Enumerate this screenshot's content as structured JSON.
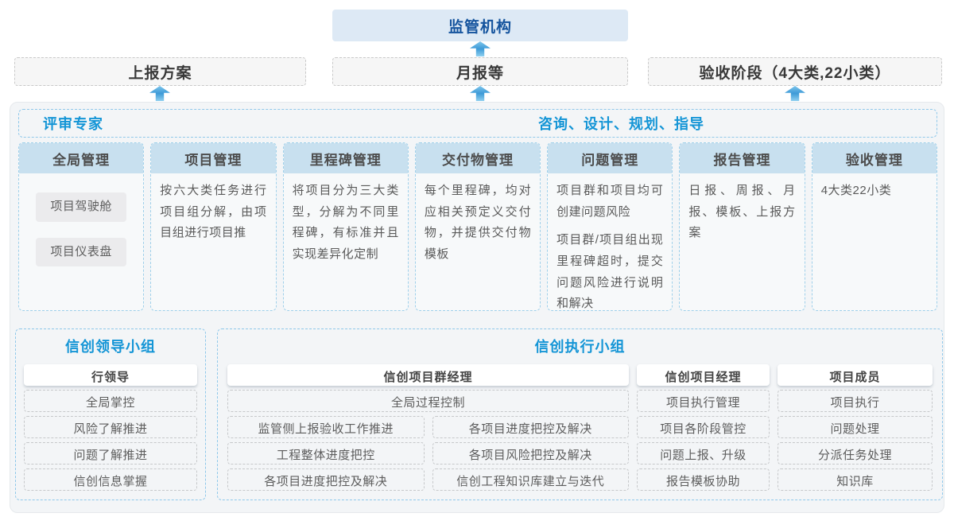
{
  "colors": {
    "accent_blue": "#1495d6",
    "arrow_blue": "#3d9ad7",
    "column_header_bg": "#c8e0ef",
    "regulator_bg": "#dde9f5",
    "regulator_text": "#15549e"
  },
  "regulator": {
    "label": "监管机构"
  },
  "stages": [
    {
      "label": "上报方案"
    },
    {
      "label": "月报等"
    },
    {
      "label": "验收阶段（4大类,22小类）"
    }
  ],
  "platform": {
    "experts_label": "评审专家",
    "consult_label": "咨询、设计、规划、指导",
    "columns": [
      {
        "title": "全局管理",
        "chips": [
          "项目驾驶舱",
          "项目仪表盘"
        ]
      },
      {
        "title": "项目管理",
        "text": [
          "按六大类任务进行项目组分解，由项目组进行项目推"
        ]
      },
      {
        "title": "里程碑管理",
        "text": [
          "将项目分为三大类型，分解为不同里程碑，有标准并且实现差异化定制"
        ]
      },
      {
        "title": "交付物管理",
        "text": [
          "每个里程碑，均对应相关预定义交付物，并提供交付物模板"
        ]
      },
      {
        "title": "问题管理",
        "text": [
          "项目群和项目均可创建问题风险",
          "项目群/项目组出现里程碑超时，提交问题风险进行说明和解决"
        ]
      },
      {
        "title": "报告管理",
        "text": [
          "日报、周报、月报、模板、上报方案"
        ]
      },
      {
        "title": "验收管理",
        "text": [
          "4大类22小类"
        ]
      }
    ]
  },
  "groups": {
    "leader": {
      "title": "信创领导小组",
      "role": "行领导",
      "items": [
        "全局掌控",
        "风险了解推进",
        "问题了解推进",
        "信创信息掌握"
      ]
    },
    "executor": {
      "title": "信创执行小组",
      "pg_manager": {
        "role": "信创项目群经理",
        "wide_item": "全局过程控制",
        "grid_items": [
          "监管侧上报验收工作推进",
          "各项目进度把控及解决",
          "工程整体进度把控",
          "各项目风险把控及解决",
          "各项目进度把控及解决",
          "信创工程知识库建立与迭代"
        ]
      },
      "pm": {
        "role": "信创项目经理",
        "items": [
          "项目执行管理",
          "项目各阶段管控",
          "问题上报、升级",
          "报告模板协助"
        ]
      },
      "member": {
        "role": "项目成员",
        "items": [
          "项目执行",
          "问题处理",
          "分派任务处理",
          "知识库"
        ]
      }
    }
  }
}
